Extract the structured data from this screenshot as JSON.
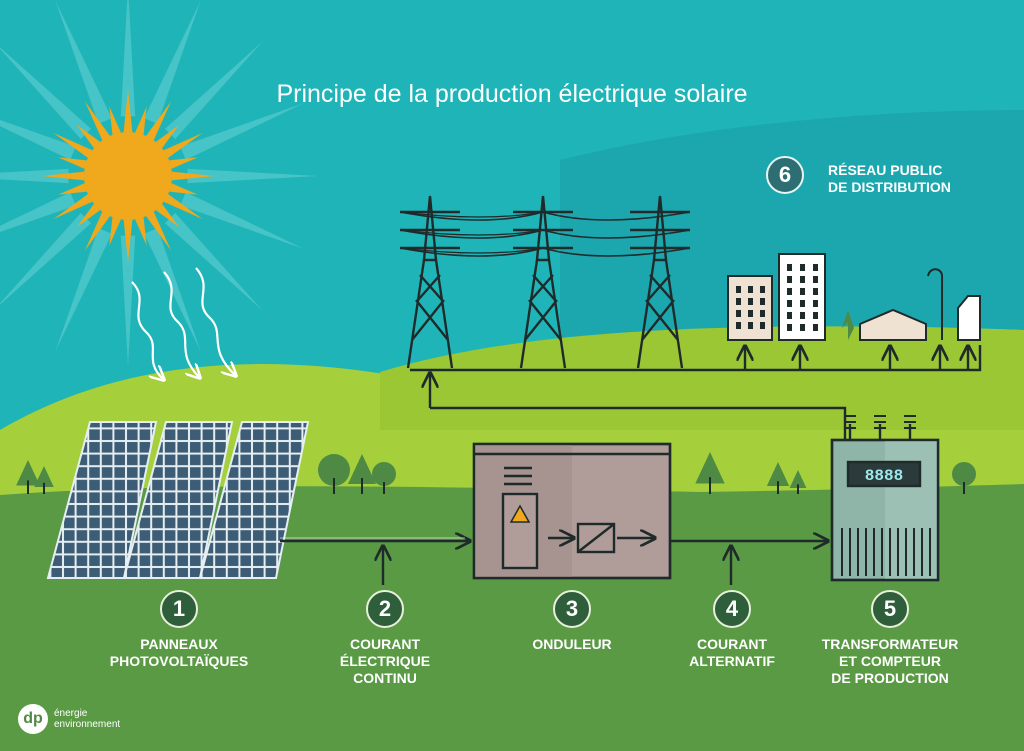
{
  "title": "Principe de la production électrique solaire",
  "steps": [
    {
      "number": "1",
      "line1": "PANNEAUX",
      "line2": "PHOTOVOLTAÏQUES",
      "line3": ""
    },
    {
      "number": "2",
      "line1": "COURANT",
      "line2": "ÉLECTRIQUE",
      "line3": "CONTINU"
    },
    {
      "number": "3",
      "line1": "ONDULEUR",
      "line2": "",
      "line3": ""
    },
    {
      "number": "4",
      "line1": "COURANT",
      "line2": "ALTERNATIF",
      "line3": ""
    },
    {
      "number": "5",
      "line1": "TRANSFORMATEUR",
      "line2": "ET COMPTEUR",
      "line3": "DE PRODUCTION"
    }
  ],
  "grid": {
    "number": "6",
    "line1": "RÉSEAU PUBLIC",
    "line2": "DE DISTRIBUTION"
  },
  "meter_display": "8888",
  "brand": {
    "logo": "dp",
    "line1": "énergie",
    "line2": "environnement"
  },
  "colors": {
    "sky": "#1fb5b8",
    "sun": "#f0a81c",
    "grass_light": "#a6cf3c",
    "grass_dark": "#5a9a45",
    "panel": "#3d5d77",
    "inverter": "#b09c98",
    "transformer": "#8fb5a8"
  }
}
